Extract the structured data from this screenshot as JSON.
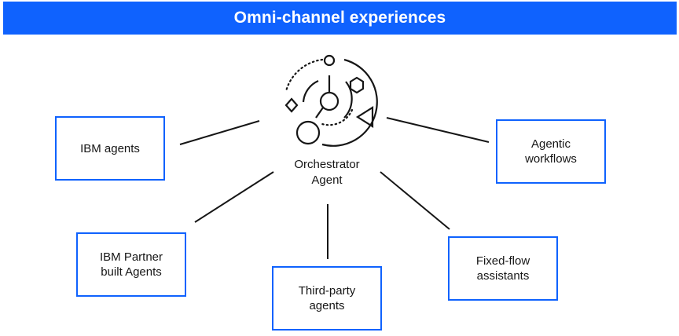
{
  "header": {
    "title": "Omni-channel experiences"
  },
  "center": {
    "label": "Orchestrator\nAgent",
    "icon": "orchestrator-agent-icon"
  },
  "nodes": {
    "ibm_agents": "IBM agents",
    "ibm_partner": "IBM Partner\nbuilt Agents",
    "third_party": "Third-party\nagents",
    "fixed_flow": "Fixed-flow\nassistants",
    "agentic": "Agentic\nworkflows"
  },
  "colors": {
    "accent": "#0f62fe",
    "text": "#161616",
    "line": "#161616"
  }
}
